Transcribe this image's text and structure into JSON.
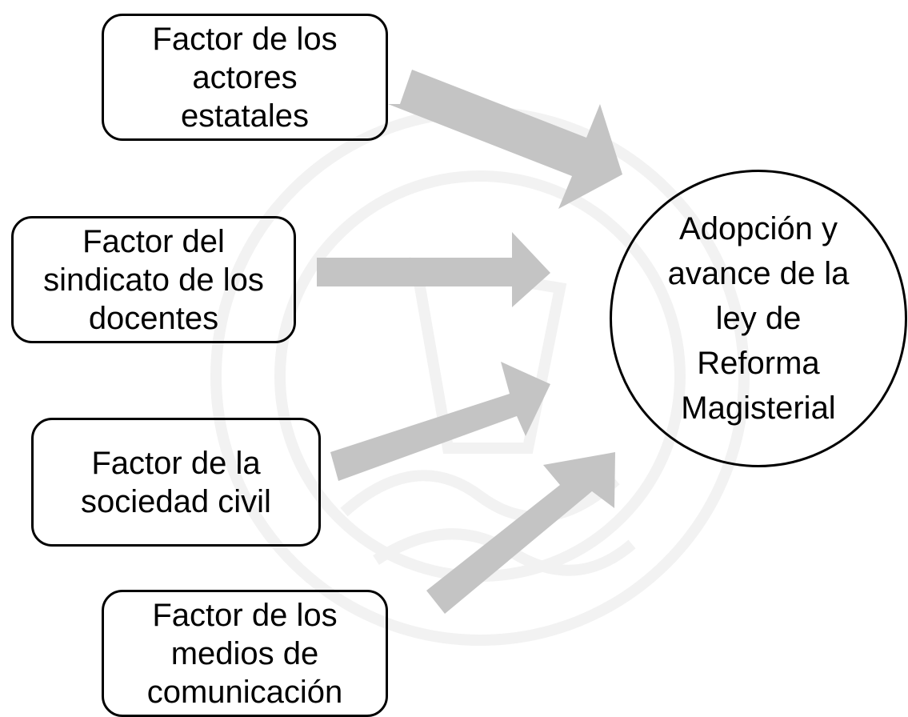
{
  "factors": [
    {
      "lines": [
        "Factor de los",
        "actores",
        "estatales"
      ]
    },
    {
      "lines": [
        "Factor del",
        "sindicato de los",
        "docentes"
      ]
    },
    {
      "lines": [
        "Factor de la",
        "sociedad civil"
      ]
    },
    {
      "lines": [
        "Factor de los",
        "medios de",
        "comunicación"
      ]
    }
  ],
  "outcome": {
    "lines": [
      "Adopción y",
      "avance de la",
      "ley de",
      "Reforma",
      "Magisterial"
    ]
  },
  "colors": {
    "arrow": "#c4c4c4",
    "border": "#000000",
    "watermark": "#f2f2f2"
  }
}
